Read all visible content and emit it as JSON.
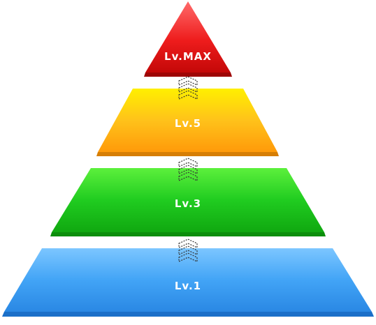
{
  "diagram": {
    "levels": [
      {
        "label": "Lv.MAX",
        "color": "#e01818"
      },
      {
        "label": "Lv.5",
        "color": "#fbb418"
      },
      {
        "label": "Lv.3",
        "color": "#22c422"
      },
      {
        "label": "Lv.1",
        "color": "#3d9ef2"
      }
    ],
    "connector_icon": "double-chevron-up-icon"
  }
}
